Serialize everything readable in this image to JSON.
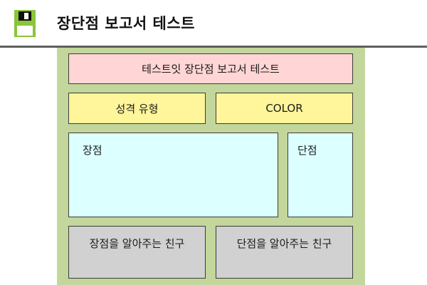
{
  "header": {
    "title": "장단점 보고서 테스트",
    "icon": "save-icon"
  },
  "board": {
    "title_cell": "테스트잇 장단점 보고서 테스트",
    "personality_type": "성격 유형",
    "color_label": "COLOR",
    "pros_label": "장점",
    "cons_label": "단점",
    "friend_pros": "장점을 알아주는 친구",
    "friend_cons": "단점을 알아주는 친구"
  },
  "colors": {
    "board_background": "#c3d69b",
    "title_cell": "#ffd5d5",
    "type_cells": "#fff59a",
    "pros_cons_cells": "#dcffff",
    "friend_cells": "#d1d1d1",
    "icon_accent": "#8cc43a"
  }
}
